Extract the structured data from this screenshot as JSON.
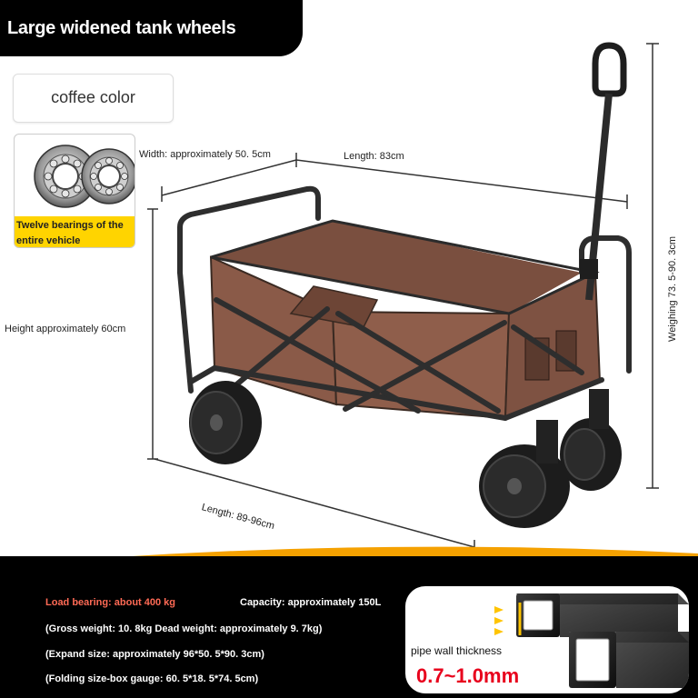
{
  "header": {
    "title": "Large widened tank wheels"
  },
  "color_option": {
    "label": "coffee color"
  },
  "bearing_callout": {
    "caption": "Twelve bearings of the entire vehicle",
    "icon": "bearing-icon"
  },
  "dimensions": {
    "width": "Width: approximately 50. 5cm",
    "length_top": "Length: 83cm",
    "height": "Height approximately 60cm",
    "handle_height": "Weighing 73. 5-90. 3cm",
    "length_bottom": "Length: 89-96cm"
  },
  "specs": {
    "load_bearing": "Load bearing: about 400 kg",
    "capacity": "Capacity: approximately 150L",
    "weight": "(Gross weight: 10. 8kg Dead weight: approximately 9. 7kg)",
    "expand_size": "(Expand size: approximately 96*50. 5*90. 3cm)",
    "folding_size": "(Folding size-box gauge: 60. 5*18. 5*74. 5cm)"
  },
  "pipe": {
    "label": "pipe wall thickness",
    "value": "0.7~1.0mm"
  },
  "colors": {
    "accent_red": "#ff6a55",
    "accent_yellow": "#ffd400",
    "value_red": "#e8001c",
    "fabric_brown": "#8a5a48",
    "bottom_orange": "#f5a100"
  }
}
